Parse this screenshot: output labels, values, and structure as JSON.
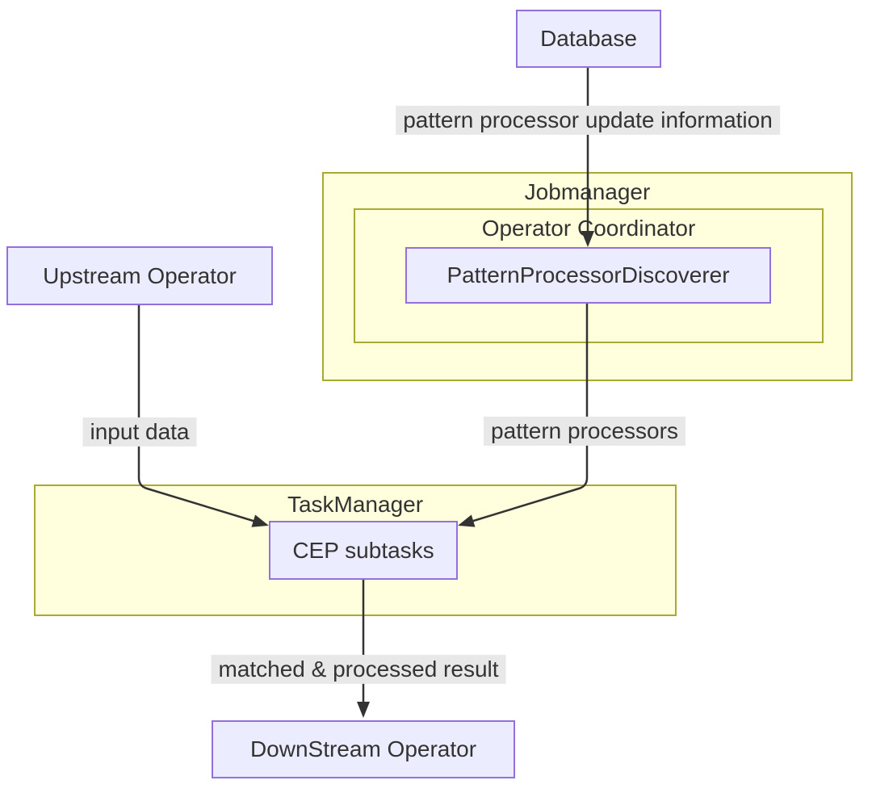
{
  "diagram": {
    "type": "flowchart",
    "direction": "top-down",
    "colors": {
      "node_fill": "#ECECFF",
      "node_border": "#9370DB",
      "cluster_fill": "#FFFFDE",
      "cluster_border": "#AAAA33",
      "edge_color": "#333333",
      "edge_label_bg": "#E8E8E8",
      "text_color": "#333333",
      "background": "#FFFFFF"
    },
    "nodes": [
      {
        "id": "database",
        "label": "Database"
      },
      {
        "id": "upstream-operator",
        "label": "Upstream Operator"
      },
      {
        "id": "pattern-processor-discoverer",
        "label": "PatternProcessorDiscoverer"
      },
      {
        "id": "cep-subtasks",
        "label": "CEP subtasks"
      },
      {
        "id": "downstream-operator",
        "label": "DownStream Operator"
      }
    ],
    "clusters": [
      {
        "id": "jobmanager",
        "label": "Jobmanager",
        "contains": [
          "operator-coordinator"
        ]
      },
      {
        "id": "operator-coordinator",
        "label": "Operator Coordinator",
        "contains": [
          "pattern-processor-discoverer"
        ]
      },
      {
        "id": "taskmanager",
        "label": "TaskManager",
        "contains": [
          "cep-subtasks"
        ]
      }
    ],
    "edges": [
      {
        "from": "database",
        "to": "pattern-processor-discoverer",
        "label": "pattern processor update information"
      },
      {
        "from": "upstream-operator",
        "to": "cep-subtasks",
        "label": "input data"
      },
      {
        "from": "pattern-processor-discoverer",
        "to": "cep-subtasks",
        "label": "pattern processors"
      },
      {
        "from": "cep-subtasks",
        "to": "downstream-operator",
        "label": "matched & processed result"
      }
    ]
  }
}
